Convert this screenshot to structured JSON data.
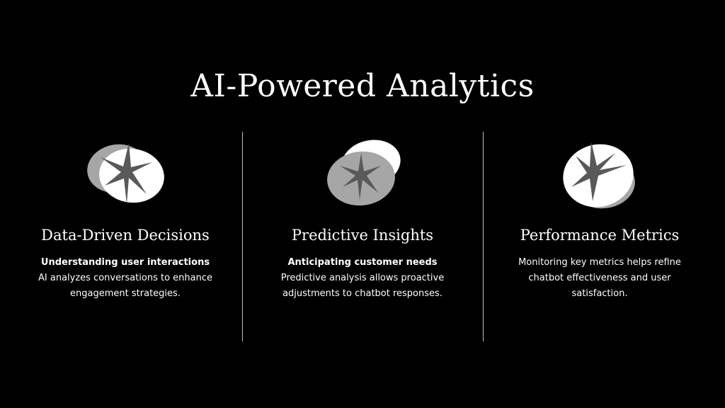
{
  "slide": {
    "title": "AI-Powered Analytics",
    "columns": [
      {
        "icon": "sparkle-blob-icon",
        "heading": "Data-Driven Decisions",
        "subheading": "Understanding user interactions",
        "body": "AI analyzes conversations to enhance engagement strategies."
      },
      {
        "icon": "sparkle-blob-icon",
        "heading": "Predictive Insights",
        "subheading": "Anticipating customer needs",
        "body": "Predictive analysis allows proactive adjustments to chatbot responses."
      },
      {
        "icon": "sparkle-blob-icon",
        "heading": "Performance Metrics",
        "subheading": "",
        "body": "Monitoring key metrics helps refine chatbot effectiveness and user satisfaction."
      }
    ]
  },
  "colors": {
    "background": "#000000",
    "text": "#ffffff",
    "blob_light": "#ffffff",
    "blob_gray": "#a6a6a6",
    "star": "#595959",
    "divider": "#bfbfbf"
  }
}
